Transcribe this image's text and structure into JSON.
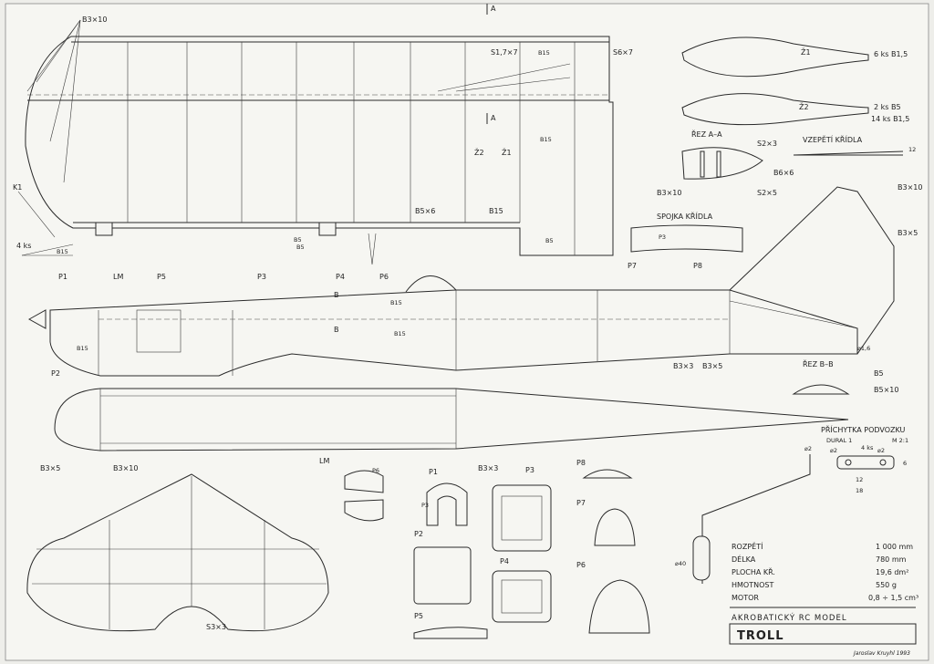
{
  "wing_plan": {
    "labels": [
      "B3×10",
      "K1",
      "4 ks",
      "B15",
      "B5",
      "Ž2",
      "Ž1",
      "B15",
      "B5×6",
      "B15",
      "B5",
      "S6×7",
      "S1,7×7",
      "B15",
      "B15",
      "B5",
      "A",
      "A"
    ]
  },
  "ribs": {
    "rib1": {
      "name": "Ž1",
      "qty": "6 ks  B1,5"
    },
    "rib2": {
      "name": "Ž2",
      "qty1": "2 ks  B5",
      "qty2": "14 ks  B1,5"
    }
  },
  "section_aa": {
    "title": "ŘEZ A–A",
    "labels": [
      "S2×3",
      "B6×6",
      "B3×10",
      "S2×5"
    ]
  },
  "dihedral": {
    "title": "VZEPĚTÍ KŘÍDLA",
    "value": "12"
  },
  "wing_joiner": {
    "title": "SPOJKA KŘÍDLA",
    "label": "P3"
  },
  "fuselage_side": {
    "labels": [
      "P1",
      "LM",
      "P5",
      "P3",
      "P4",
      "P6",
      "P7",
      "P8",
      "P2",
      "B15",
      "B15",
      "B",
      "B",
      "B3×3",
      "B3×5",
      "B3×10",
      "B3×5",
      "⌀1,6"
    ]
  },
  "section_bb": {
    "title": "ŘEZ B–B",
    "labels": [
      "B5",
      "B5×10"
    ]
  },
  "fuselage_top": {
    "labels": [
      "B3×3"
    ]
  },
  "stabilizer": {
    "labels": [
      "B3×5",
      "B3×10",
      "S3×3"
    ]
  },
  "parts": {
    "lm": "LM",
    "p6_tag": "P6",
    "p1": "P1",
    "p3_tag": "P3",
    "p3": "P3",
    "p2": "P2",
    "p4": "P4",
    "p5": "P5",
    "p8": "P8",
    "p7": "P7",
    "p6": "P6"
  },
  "gear_bracket": {
    "title": "PŘÍCHYTKA PODVOZKU",
    "material": "DURAL 1",
    "qty": "4 ks",
    "scale": "M 2:1",
    "dims": [
      "⌀2",
      "⌀2",
      "12",
      "18",
      "6"
    ]
  },
  "gear_wire": {
    "dims": [
      "⌀2",
      "⌀40"
    ]
  },
  "specs": [
    {
      "label": "ROZPĚTÍ",
      "value": "1 000 mm"
    },
    {
      "label": "DÉLKA",
      "value": "780 mm"
    },
    {
      "label": "PLOCHA KŘ.",
      "value": "19,6 dm²"
    },
    {
      "label": "HMOTNOST",
      "value": "550 g"
    },
    {
      "label": "MOTOR",
      "value": "0,8 ÷ 1,5 cm³"
    }
  ],
  "model_type": "AKROBATICKÝ RC MODEL",
  "model_name": "TROLL",
  "signature": "Jaroslav Kruyhl 1993",
  "colors": {
    "paper": "#eeeeea",
    "ink": "#2a2a2a"
  }
}
